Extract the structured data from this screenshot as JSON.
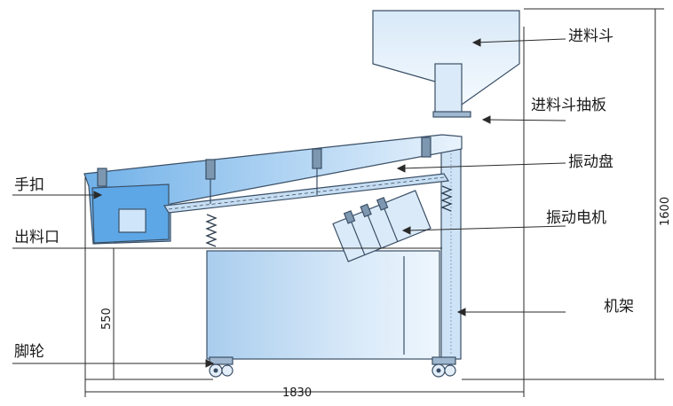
{
  "labels": {
    "hopper": "进料斗",
    "hopper_plate": "进料斗抽板",
    "vibration_tray": "振动盘",
    "hand_clip": "手扣",
    "vibration_motor": "振动电机",
    "outlet": "出料口",
    "frame": "机架",
    "casters": "脚轮"
  },
  "dimensions": {
    "height": "1600",
    "width": "1830",
    "outlet_height": "550"
  },
  "colors": {
    "machine_blue": "#bcd8f0",
    "machine_light": "#e6f1fb",
    "outline": "#3a4f66"
  }
}
